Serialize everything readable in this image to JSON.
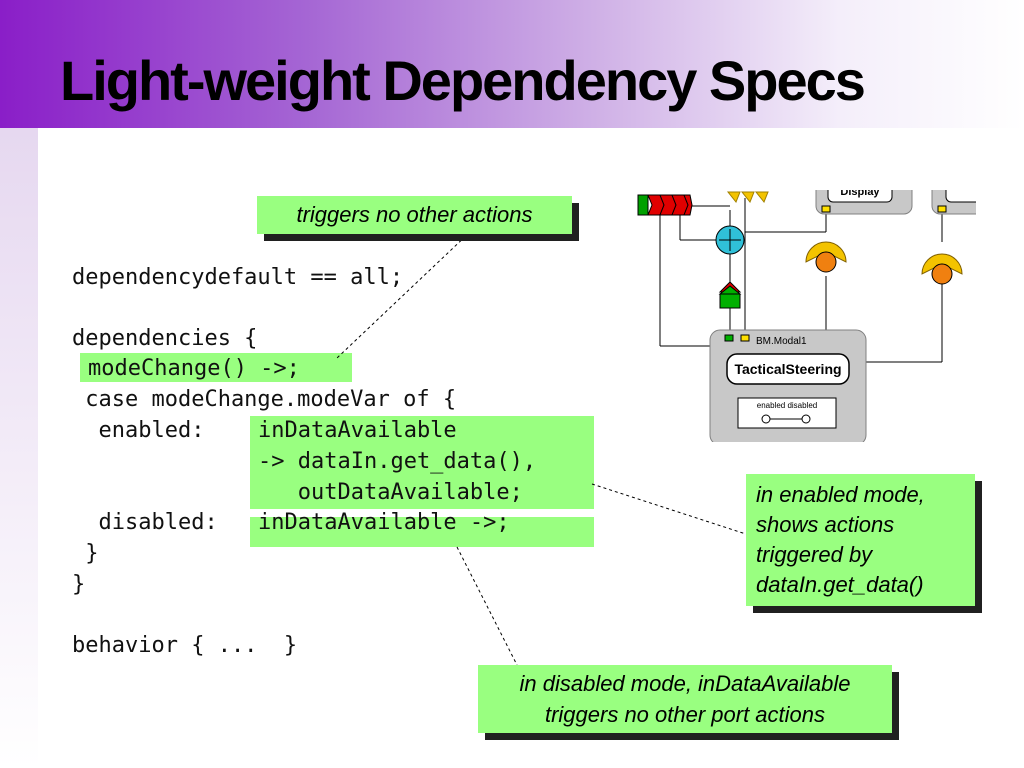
{
  "slide": {
    "title": "Light-weight Dependency Specs"
  },
  "code": {
    "line1": "dependencydefault == all;",
    "line2": "dependencies {",
    "line3": "modeChange() ->;",
    "line4": " case modeChange.modeVar of {",
    "line5": "  enabled:",
    "line5b": "inDataAvailable",
    "line6": "-> dataIn.get_data(),",
    "line7": "   outDataAvailable;",
    "line8": "  disabled:",
    "line8b": "inDataAvailable ->;",
    "line9": " }",
    "line10": "}",
    "line11": "behavior { ...  }"
  },
  "callouts": {
    "top": "triggers no other actions",
    "right": [
      "in enabled mode,",
      "shows actions",
      "triggered by",
      "dataIn.get_data()"
    ],
    "bottom": [
      "in disabled mode, inDataAvailable",
      "triggers no other port actions"
    ]
  },
  "diagram": {
    "component_label": "BM.Modal1",
    "component_name": "TacticalSteering",
    "mode_labels": "enabled disabled",
    "partial_label": "Display"
  },
  "colors": {
    "highlight": "#99ff80",
    "shadow": "#202020",
    "title_gradient_start": "#8a1ec8"
  }
}
